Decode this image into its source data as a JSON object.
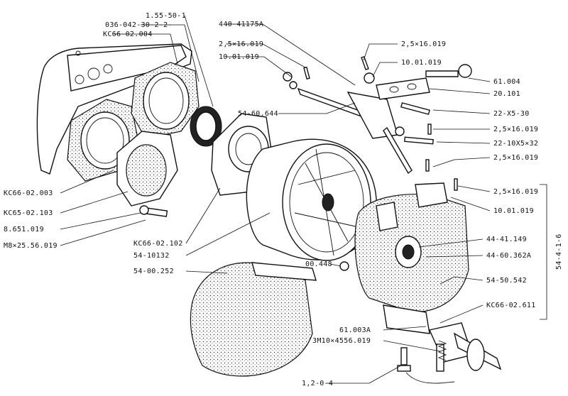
{
  "labels": {
    "top_1": "1.55-50-1",
    "top_2": "036-042-30-2-2-",
    "top_3": "КС66-02.004",
    "top_4": "440-41175А",
    "top_5": "2,5×16.019",
    "top_6": "10.01.019",
    "top_7": "54-60.644",
    "r_1": "2,5×16.019",
    "r_2": "10.01.019",
    "r_3": "61.004",
    "r_4": "20.101",
    "r_5": "22-Х5-30",
    "r_6": "2,5×16.019",
    "r_7": "22-10Х5×32",
    "r_8": "2,5×16.019",
    "r_9": "2,5×16.019",
    "r_10": "10.01.019",
    "r_11": "44-41.149",
    "r_12": "44-60.362А",
    "r_13": "54-50.542",
    "r_14": "КС66-02.611",
    "group": "54-4-1-6",
    "l_1": "КС66-02.003",
    "l_2": "КС65-02.103",
    "l_3": "8.651.019",
    "l_4": "М8×25.56.019",
    "m_1": "КС66-02.102",
    "m_2": "54-10132",
    "m_3": "54-00.252",
    "m_4": "00.448",
    "b_1": "61.003А",
    "b_2": "3М10×4556.019",
    "b_3": "1,2-0-4"
  }
}
